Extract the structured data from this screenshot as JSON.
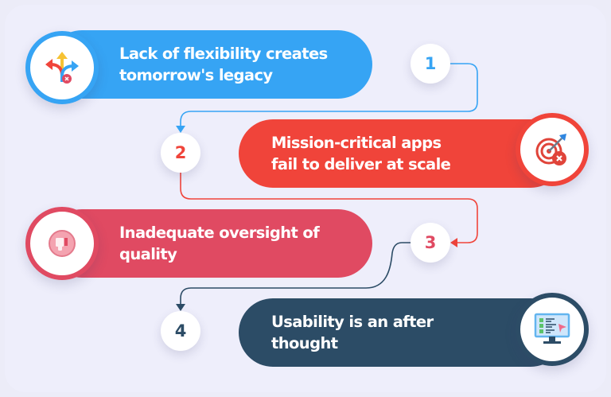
{
  "steps": [
    {
      "number": "1",
      "text_line1": "Lack of flexibility creates",
      "text_line2": "tomorrow's legacy",
      "icon": "diverging-arrows-icon",
      "color": "#36a4f4"
    },
    {
      "number": "2",
      "text_line1": "Mission-critical apps",
      "text_line2": "fail to deliver at scale",
      "icon": "target-dart-fail-icon",
      "color": "#f0443a"
    },
    {
      "number": "3",
      "text_line1": "Inadequate oversight of",
      "text_line2": "quality",
      "icon": "thumbs-down-icon",
      "color": "#e04a62"
    },
    {
      "number": "4",
      "text_line1": "Usability is an after",
      "text_line2": "thought",
      "icon": "monitor-checklist-icon",
      "color": "#2c4c66"
    }
  ]
}
